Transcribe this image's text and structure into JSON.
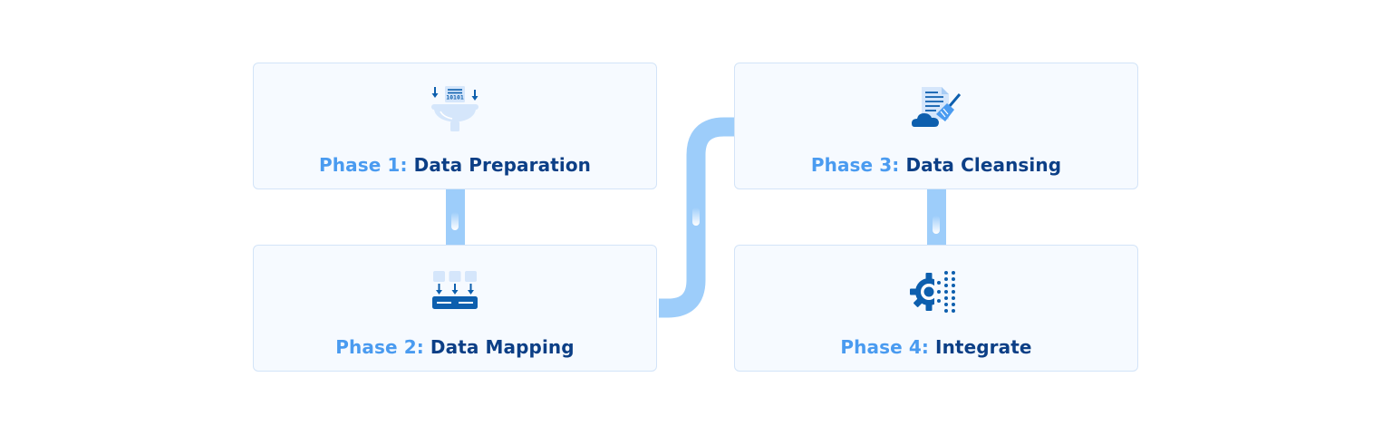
{
  "colors": {
    "phase_prefix": "#4a9bf0",
    "phase_name": "#0c3f86",
    "connector": "#9dcdfa",
    "card_background": "#f6faff",
    "card_border": "#d3e4f8",
    "icon_dark": "#0d5fae",
    "icon_light": "#d5e6fb"
  },
  "phases": [
    {
      "prefix": "Phase 1:",
      "name": "Data Preparation",
      "icon": "data-funnel-icon"
    },
    {
      "prefix": "Phase 2:",
      "name": "Data Mapping",
      "icon": "data-mapping-icon"
    },
    {
      "prefix": "Phase 3:",
      "name": "Data Cleansing",
      "icon": "data-cleansing-icon"
    },
    {
      "prefix": "Phase 4:",
      "name": "Integrate",
      "icon": "gear-integration-icon"
    }
  ]
}
